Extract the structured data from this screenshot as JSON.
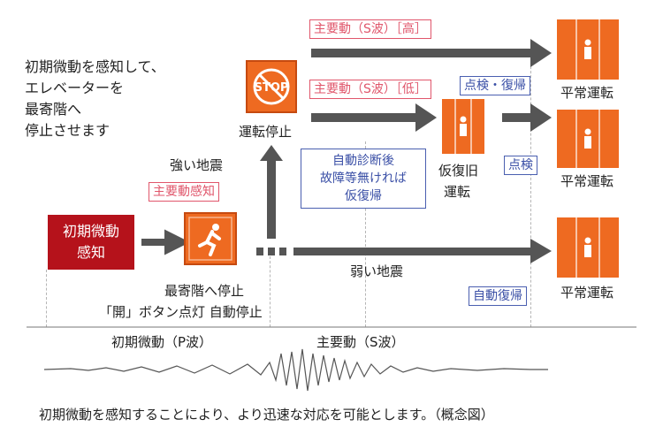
{
  "intro": {
    "lines": [
      "初期微動を感知して、",
      "エレベーターを",
      "最寄階へ",
      "停止させます"
    ]
  },
  "p_wave_box": {
    "line1": "初期微動",
    "line2": "感知"
  },
  "strong_quake": "強い地震",
  "main_motion_detect": "主要動感知",
  "first_stop": {
    "line1": "最寄階へ停止",
    "line2": "「開」ボタン点灯 自動停止"
  },
  "stop_icon_text": "STOP",
  "operation_stop": "運転停止",
  "self_diag": {
    "line1": "自動診断後",
    "line2": "故障等無ければ",
    "line3": "仮復帰"
  },
  "temp_restore": {
    "line1": "仮復旧",
    "line2": "運転"
  },
  "s_wave_high": "主要動（S波）［高］",
  "s_wave_low": "主要動（S波）［低］",
  "inspect_restore": "点検・復帰",
  "inspect": "点検",
  "auto_restore": "自動復帰",
  "weak_quake": "弱い地震",
  "normal_op": [
    "平常運転",
    "平常運転",
    "平常運転"
  ],
  "wave_labels": {
    "p": "初期微動（P波）",
    "s": "主要動（S波）"
  },
  "caption": "初期微動を感知することにより、より迅速な対応を可能とします。（概念図）",
  "colors": {
    "orange": "#ee6a21",
    "dark_red": "#b5121b",
    "arrow_gray": "#555555",
    "pink": "#e0566b",
    "blue": "#3a4fa6"
  }
}
